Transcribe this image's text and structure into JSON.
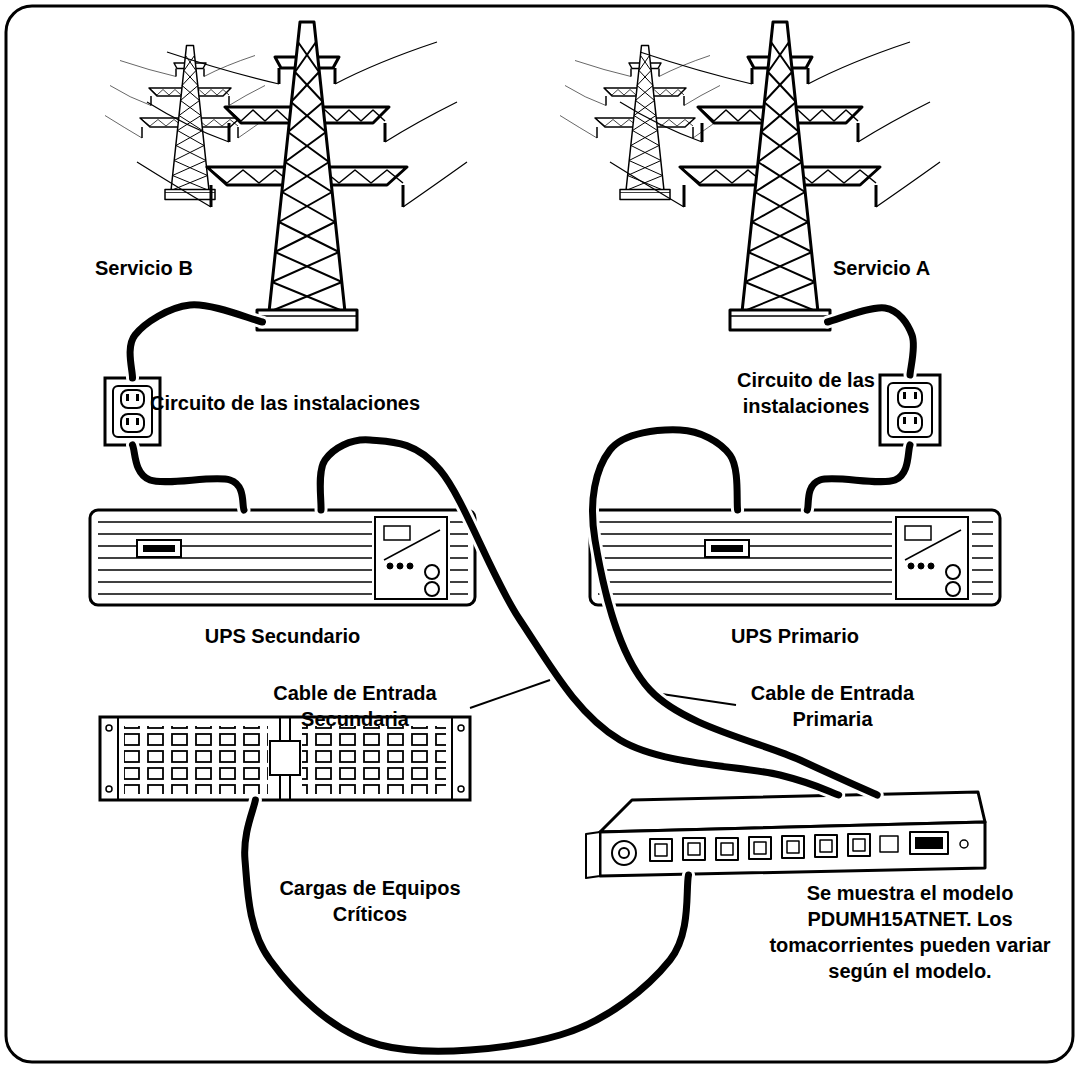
{
  "diagram": {
    "nodes": [
      {
        "text": [
          "Servicio B"
        ]
      },
      {
        "text": [
          "Servicio A"
        ]
      },
      {
        "text": [
          "Circuito de las instalaciones"
        ]
      },
      {
        "text": [
          "Circuito de las instalaciones"
        ]
      },
      {
        "text": [
          "UPS Secundario"
        ]
      },
      {
        "text": [
          "UPS Primario"
        ]
      },
      {
        "text": [
          "Cargas de Equipos Críticos"
        ]
      },
      {
        "text": [
          "Se muestra el modelo PDUMH15ATNET. Los tomacorrientes pueden variar según el modelo."
        ]
      }
    ],
    "edges": [
      {
        "from": 0,
        "to": 2,
        "arrow": "none"
      },
      {
        "from": 1,
        "to": 3,
        "arrow": "none"
      },
      {
        "from": 2,
        "to": 4,
        "arrow": "none"
      },
      {
        "from": 3,
        "to": 5,
        "arrow": "none"
      },
      {
        "from": 4,
        "to": 7,
        "arrow": "none"
      },
      {
        "from": 5,
        "to": 7,
        "arrow": "none"
      },
      {
        "from": 7,
        "to": 6,
        "arrow": "none"
      }
    ],
    "labels": [
      "Cable de Entrada Secundaria",
      "Cable de Entrada Primaria"
    ]
  }
}
